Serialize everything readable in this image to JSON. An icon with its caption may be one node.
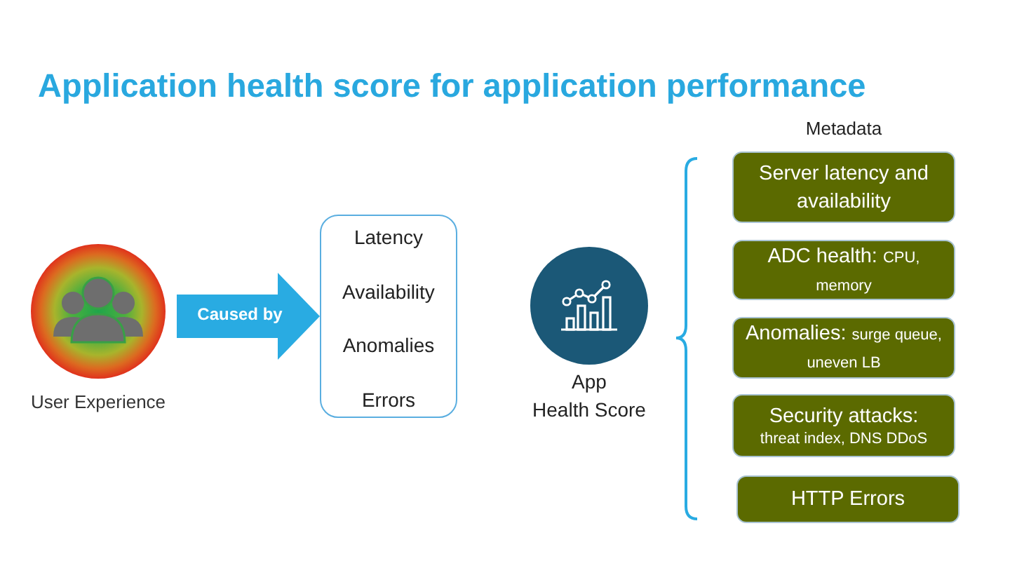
{
  "diagram": {
    "title": "Application health score for application performance",
    "nodes": [
      {
        "text": [
          "User Experience"
        ]
      },
      {
        "text": [
          "Latency",
          "Availability",
          "Anomalies",
          "Errors"
        ]
      },
      {
        "text": [
          "App Health Score"
        ]
      },
      {
        "text": [
          "Server latency and availability"
        ]
      },
      {
        "text": [
          "ADC health:",
          "CPU, memory"
        ]
      },
      {
        "text": [
          "Anomalies:",
          "surge queue, uneven LB"
        ]
      },
      {
        "text": [
          "Security attacks:",
          "threat index, DNS DDoS"
        ]
      },
      {
        "text": [
          "HTTP Errors"
        ]
      }
    ],
    "edges": [
      {
        "from": 0,
        "to": 1,
        "arrow": "to",
        "label": "Caused by"
      }
    ],
    "labels": [
      "Metadata"
    ]
  }
}
